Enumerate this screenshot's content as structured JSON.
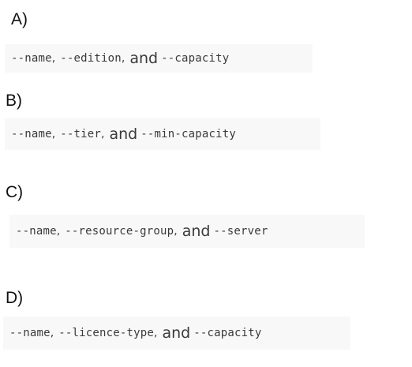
{
  "options": [
    {
      "letter": "A)",
      "param1": "--name",
      "sep1": ",",
      "param2": "--edition",
      "sep2": ",",
      "conj": "and",
      "param3": "--capacity"
    },
    {
      "letter": "B)",
      "param1": "--name",
      "sep1": ",",
      "param2": "--tier",
      "sep2": ",",
      "conj": "and",
      "param3": "--min-capacity"
    },
    {
      "letter": "C)",
      "param1": "--name",
      "sep1": ",",
      "param2": "--resource-group",
      "sep2": ",",
      "conj": "and",
      "param3": "--server"
    },
    {
      "letter": "D)",
      "param1": "--name",
      "sep1": ",",
      "param2": "--licence-type",
      "sep2": ",",
      "conj": "and",
      "param3": "--capacity"
    }
  ]
}
